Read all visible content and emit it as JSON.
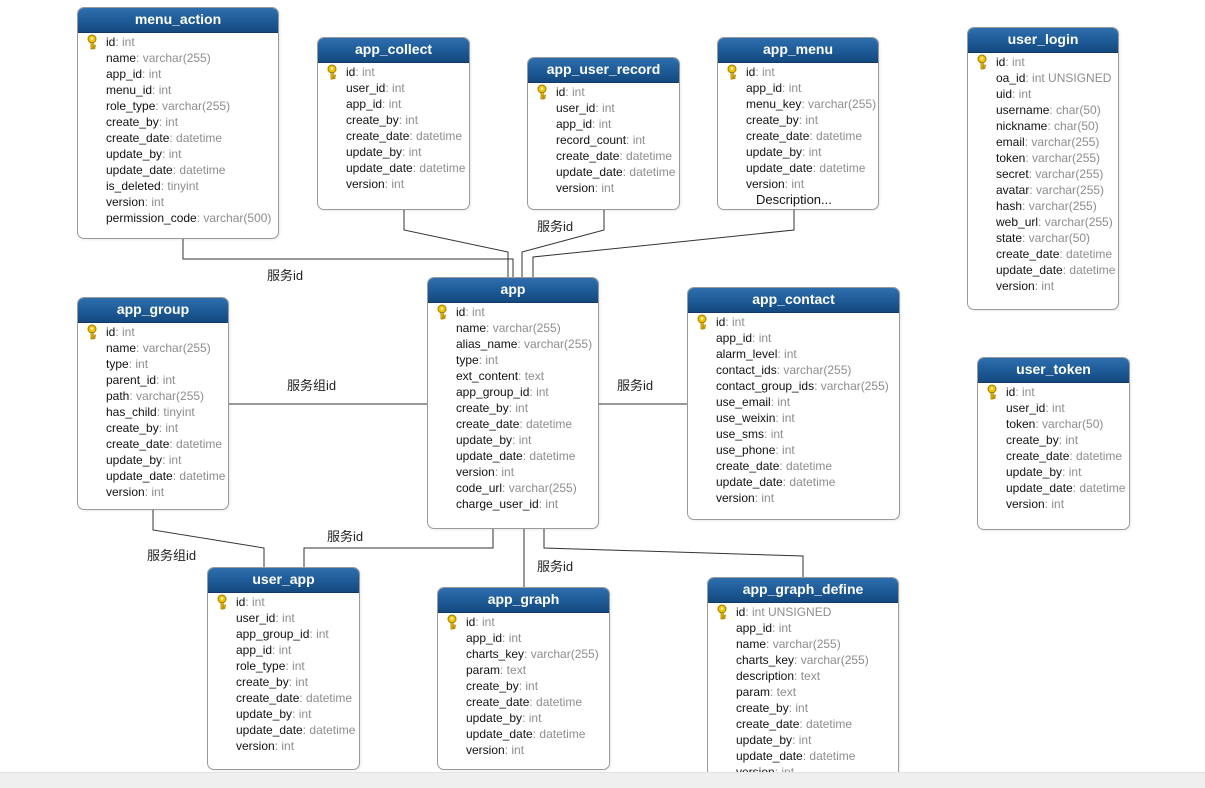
{
  "entities": {
    "menu_action": {
      "name": "menu_action",
      "fields": [
        {
          "name": "id",
          "type": ": int",
          "key": true
        },
        {
          "name": "name",
          "type": ": varchar(255)"
        },
        {
          "name": "app_id",
          "type": ": int"
        },
        {
          "name": "menu_id",
          "type": ": int"
        },
        {
          "name": "role_type",
          "type": ": varchar(255)"
        },
        {
          "name": "create_by",
          "type": ": int"
        },
        {
          "name": "create_date",
          "type": ": datetime"
        },
        {
          "name": "update_by",
          "type": ": int"
        },
        {
          "name": "update_date",
          "type": ": datetime"
        },
        {
          "name": "is_deleted",
          "type": ": tinyint"
        },
        {
          "name": "version",
          "type": ": int"
        },
        {
          "name": "permission_code",
          "type": ": varchar(500)"
        }
      ]
    },
    "app_collect": {
      "name": "app_collect",
      "fields": [
        {
          "name": "id",
          "type": ": int",
          "key": true
        },
        {
          "name": "user_id",
          "type": ": int"
        },
        {
          "name": "app_id",
          "type": ": int"
        },
        {
          "name": "create_by",
          "type": ": int"
        },
        {
          "name": "create_date",
          "type": ": datetime"
        },
        {
          "name": "update_by",
          "type": ": int"
        },
        {
          "name": "update_date",
          "type": ": datetime"
        },
        {
          "name": "version",
          "type": ": int"
        }
      ]
    },
    "app_user_record": {
      "name": "app_user_record",
      "fields": [
        {
          "name": "id",
          "type": ": int",
          "key": true
        },
        {
          "name": "user_id",
          "type": ": int"
        },
        {
          "name": "app_id",
          "type": ": int"
        },
        {
          "name": "record_count",
          "type": ": int"
        },
        {
          "name": "create_date",
          "type": ": datetime"
        },
        {
          "name": "update_date",
          "type": ": datetime"
        },
        {
          "name": "version",
          "type": ": int"
        }
      ]
    },
    "app_menu": {
      "name": "app_menu",
      "fields": [
        {
          "name": "id",
          "type": ": int",
          "key": true
        },
        {
          "name": "app_id",
          "type": ": int"
        },
        {
          "name": "menu_key",
          "type": ": varchar(255)"
        },
        {
          "name": "create_by",
          "type": ": int"
        },
        {
          "name": "create_date",
          "type": ": datetime"
        },
        {
          "name": "update_by",
          "type": ": int"
        },
        {
          "name": "update_date",
          "type": ": datetime"
        },
        {
          "name": "version",
          "type": ": int"
        }
      ],
      "extra": "Description..."
    },
    "user_login": {
      "name": "user_login",
      "fields": [
        {
          "name": "id",
          "type": ": int",
          "key": true
        },
        {
          "name": "oa_id",
          "type": ": int UNSIGNED"
        },
        {
          "name": "uid",
          "type": ": int"
        },
        {
          "name": "username",
          "type": ": char(50)"
        },
        {
          "name": "nickname",
          "type": ": char(50)"
        },
        {
          "name": "email",
          "type": ": varchar(255)"
        },
        {
          "name": "token",
          "type": ": varchar(255)"
        },
        {
          "name": "secret",
          "type": ": varchar(255)"
        },
        {
          "name": "avatar",
          "type": ": varchar(255)"
        },
        {
          "name": "hash",
          "type": ": varchar(255)"
        },
        {
          "name": "web_url",
          "type": ": varchar(255)"
        },
        {
          "name": "state",
          "type": ": varchar(50)"
        },
        {
          "name": "create_date",
          "type": ": datetime"
        },
        {
          "name": "update_date",
          "type": ": datetime"
        },
        {
          "name": "version",
          "type": ": int"
        }
      ]
    },
    "app_group": {
      "name": "app_group",
      "fields": [
        {
          "name": "id",
          "type": ": int",
          "key": true
        },
        {
          "name": "name",
          "type": ": varchar(255)"
        },
        {
          "name": "type",
          "type": ": int"
        },
        {
          "name": "parent_id",
          "type": ": int"
        },
        {
          "name": "path",
          "type": ": varchar(255)"
        },
        {
          "name": "has_child",
          "type": ": tinyint"
        },
        {
          "name": "create_by",
          "type": ": int"
        },
        {
          "name": "create_date",
          "type": ": datetime"
        },
        {
          "name": "update_by",
          "type": ": int"
        },
        {
          "name": "update_date",
          "type": ": datetime"
        },
        {
          "name": "version",
          "type": ": int"
        }
      ]
    },
    "app": {
      "name": "app",
      "fields": [
        {
          "name": "id",
          "type": ": int",
          "key": true
        },
        {
          "name": "name",
          "type": ": varchar(255)"
        },
        {
          "name": "alias_name",
          "type": ": varchar(255)"
        },
        {
          "name": "type",
          "type": ": int"
        },
        {
          "name": "ext_content",
          "type": ": text"
        },
        {
          "name": "app_group_id",
          "type": ": int"
        },
        {
          "name": "create_by",
          "type": ": int"
        },
        {
          "name": "create_date",
          "type": ": datetime"
        },
        {
          "name": "update_by",
          "type": ": int"
        },
        {
          "name": "update_date",
          "type": ": datetime"
        },
        {
          "name": "version",
          "type": ": int"
        },
        {
          "name": "code_url",
          "type": ": varchar(255)"
        },
        {
          "name": "charge_user_id",
          "type": ": int"
        }
      ]
    },
    "app_contact": {
      "name": "app_contact",
      "fields": [
        {
          "name": "id",
          "type": ": int",
          "key": true
        },
        {
          "name": "app_id",
          "type": ": int"
        },
        {
          "name": "alarm_level",
          "type": ": int"
        },
        {
          "name": "contact_ids",
          "type": ": varchar(255)"
        },
        {
          "name": "contact_group_ids",
          "type": ": varchar(255)"
        },
        {
          "name": "use_email",
          "type": ": int"
        },
        {
          "name": "use_weixin",
          "type": ": int"
        },
        {
          "name": "use_sms",
          "type": ": int"
        },
        {
          "name": "use_phone",
          "type": ": int"
        },
        {
          "name": "create_date",
          "type": ": datetime"
        },
        {
          "name": "update_date",
          "type": ": datetime"
        },
        {
          "name": "version",
          "type": ": int"
        }
      ]
    },
    "user_token": {
      "name": "user_token",
      "fields": [
        {
          "name": "id",
          "type": ": int",
          "key": true
        },
        {
          "name": "user_id",
          "type": ": int"
        },
        {
          "name": "token",
          "type": ": varchar(50)"
        },
        {
          "name": "create_by",
          "type": ": int"
        },
        {
          "name": "create_date",
          "type": ": datetime"
        },
        {
          "name": "update_by",
          "type": ": int"
        },
        {
          "name": "update_date",
          "type": ": datetime"
        },
        {
          "name": "version",
          "type": ": int"
        }
      ]
    },
    "user_app": {
      "name": "user_app",
      "fields": [
        {
          "name": "id",
          "type": ": int",
          "key": true
        },
        {
          "name": "user_id",
          "type": ": int"
        },
        {
          "name": "app_group_id",
          "type": ": int"
        },
        {
          "name": "app_id",
          "type": ": int"
        },
        {
          "name": "role_type",
          "type": ": int"
        },
        {
          "name": "create_by",
          "type": ": int"
        },
        {
          "name": "create_date",
          "type": ": datetime"
        },
        {
          "name": "update_by",
          "type": ": int"
        },
        {
          "name": "update_date",
          "type": ": datetime"
        },
        {
          "name": "version",
          "type": ": int"
        }
      ]
    },
    "app_graph": {
      "name": "app_graph",
      "fields": [
        {
          "name": "id",
          "type": ": int",
          "key": true
        },
        {
          "name": "app_id",
          "type": ": int"
        },
        {
          "name": "charts_key",
          "type": ": varchar(255)"
        },
        {
          "name": "param",
          "type": ": text"
        },
        {
          "name": "create_by",
          "type": ": int"
        },
        {
          "name": "create_date",
          "type": ": datetime"
        },
        {
          "name": "update_by",
          "type": ": int"
        },
        {
          "name": "update_date",
          "type": ": datetime"
        },
        {
          "name": "version",
          "type": ": int"
        }
      ]
    },
    "app_graph_define": {
      "name": "app_graph_define",
      "fields": [
        {
          "name": "id",
          "type": ": int UNSIGNED",
          "key": true
        },
        {
          "name": "app_id",
          "type": ": int"
        },
        {
          "name": "name",
          "type": ": varchar(255)"
        },
        {
          "name": "charts_key",
          "type": ": varchar(255)"
        },
        {
          "name": "description",
          "type": ": text"
        },
        {
          "name": "param",
          "type": ": text"
        },
        {
          "name": "create_by",
          "type": ": int"
        },
        {
          "name": "create_date",
          "type": ": datetime"
        },
        {
          "name": "update_by",
          "type": ": int"
        },
        {
          "name": "update_date",
          "type": ": datetime"
        },
        {
          "name": "version",
          "type": ": int"
        }
      ]
    }
  },
  "relation_labels": {
    "menu_action_app": "服务id",
    "app_user_record_app": "服务id",
    "app_group_app": "服务组id",
    "app_contact_app": "服务id",
    "app_group_user_app": "服务组id",
    "user_app_app": "服务id",
    "app_graph_app": "服务id"
  },
  "colors": {
    "header": "#1d5a96",
    "border": "#9a9a9a",
    "type_text": "#8d8d8d",
    "link": "#333333",
    "key_icon": "#f2c200"
  }
}
